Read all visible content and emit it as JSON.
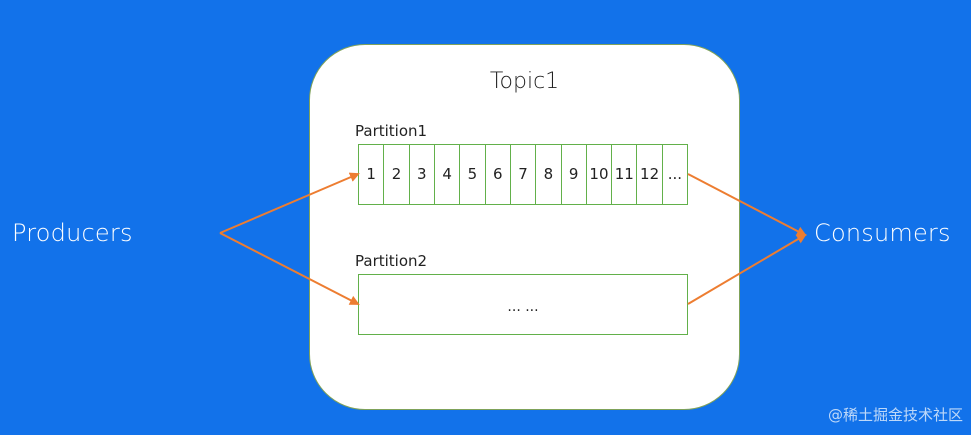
{
  "left_label": "Producers",
  "right_label": "Consumers",
  "topic": {
    "title": "Topic1",
    "partition1": {
      "label": "Partition1",
      "cells": [
        "1",
        "2",
        "3",
        "4",
        "5",
        "6",
        "7",
        "8",
        "9",
        "10",
        "11",
        "12",
        "..."
      ]
    },
    "partition2": {
      "label": "Partition2",
      "content": "... ..."
    }
  },
  "watermark": "@稀土掘金技术社区",
  "colors": {
    "background": "#1272ea",
    "arrow": "#ed7d31",
    "partition_border": "#62b04a",
    "topic_border": "#7fa25a"
  }
}
